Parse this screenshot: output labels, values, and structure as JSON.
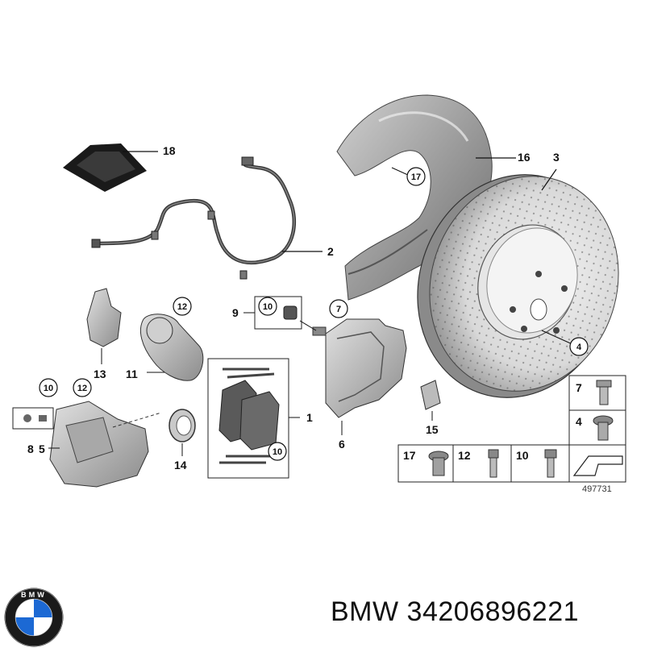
{
  "labels": {
    "p1": "1",
    "p2": "2",
    "p3": "3",
    "p4": "4",
    "p5": "5",
    "p6": "6",
    "p7": "7",
    "p8": "8",
    "p9": "9",
    "p10": "10",
    "p11": "11",
    "p12": "12",
    "p13": "13",
    "p14": "14",
    "p15": "15",
    "p16": "16",
    "p17": "17",
    "p18": "18"
  },
  "fasteners_table": {
    "cells": [
      "17",
      "12",
      "10"
    ],
    "side": [
      "7",
      "4"
    ]
  },
  "reference_number": "497731",
  "brand_line": "BMW 34206896221",
  "logo": {
    "name": "bmw-roundel-logo",
    "letters": "BMW",
    "colors": {
      "blue": "#1c69d4",
      "white": "#ffffff",
      "ring": "#1a1a1a"
    }
  }
}
